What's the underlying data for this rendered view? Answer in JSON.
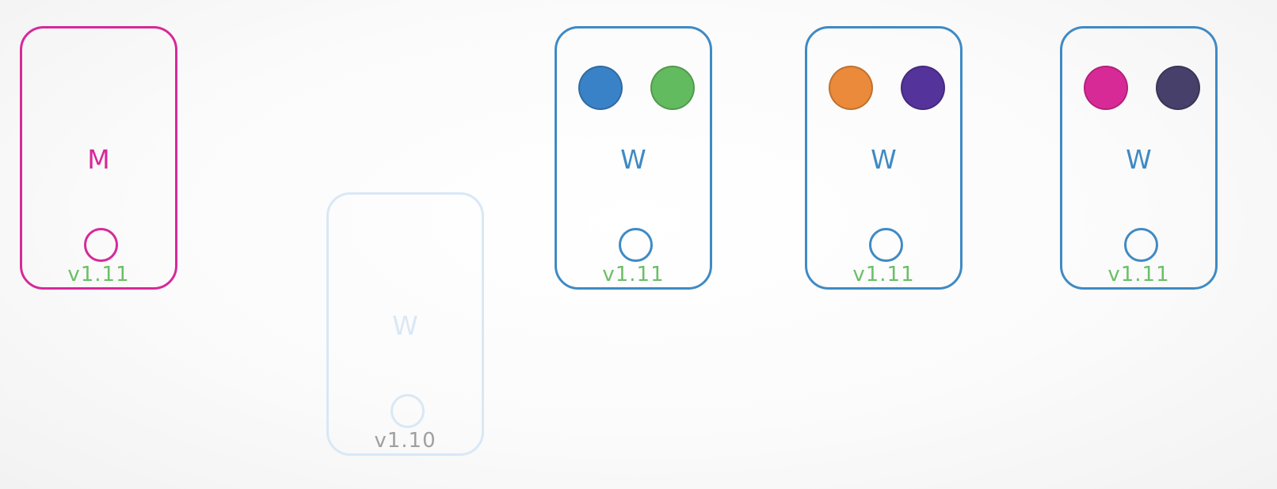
{
  "nodes": [
    {
      "id": "master",
      "role": "master",
      "label": "M",
      "version": "v1.11",
      "pods": []
    },
    {
      "id": "worker-upgrading",
      "role": "worker-faded",
      "label": "W",
      "version": "v1.10",
      "pods": []
    },
    {
      "id": "worker-1",
      "role": "worker",
      "label": "W",
      "version": "v1.11",
      "pods": [
        "#3a82c7",
        "#63bb5f"
      ]
    },
    {
      "id": "worker-2",
      "role": "worker",
      "label": "W",
      "version": "v1.11",
      "pods": [
        "#ea8a3a",
        "#54349a"
      ]
    },
    {
      "id": "worker-3",
      "role": "worker",
      "label": "W",
      "version": "v1.11",
      "pods": [
        "#d82a96",
        "#47406b"
      ]
    }
  ],
  "colors": {
    "master": "#d6299a",
    "worker": "#3f8ac4",
    "faded": "#d8e8f6",
    "version": "#6bbf67",
    "version_old": "#a0a0a0"
  }
}
